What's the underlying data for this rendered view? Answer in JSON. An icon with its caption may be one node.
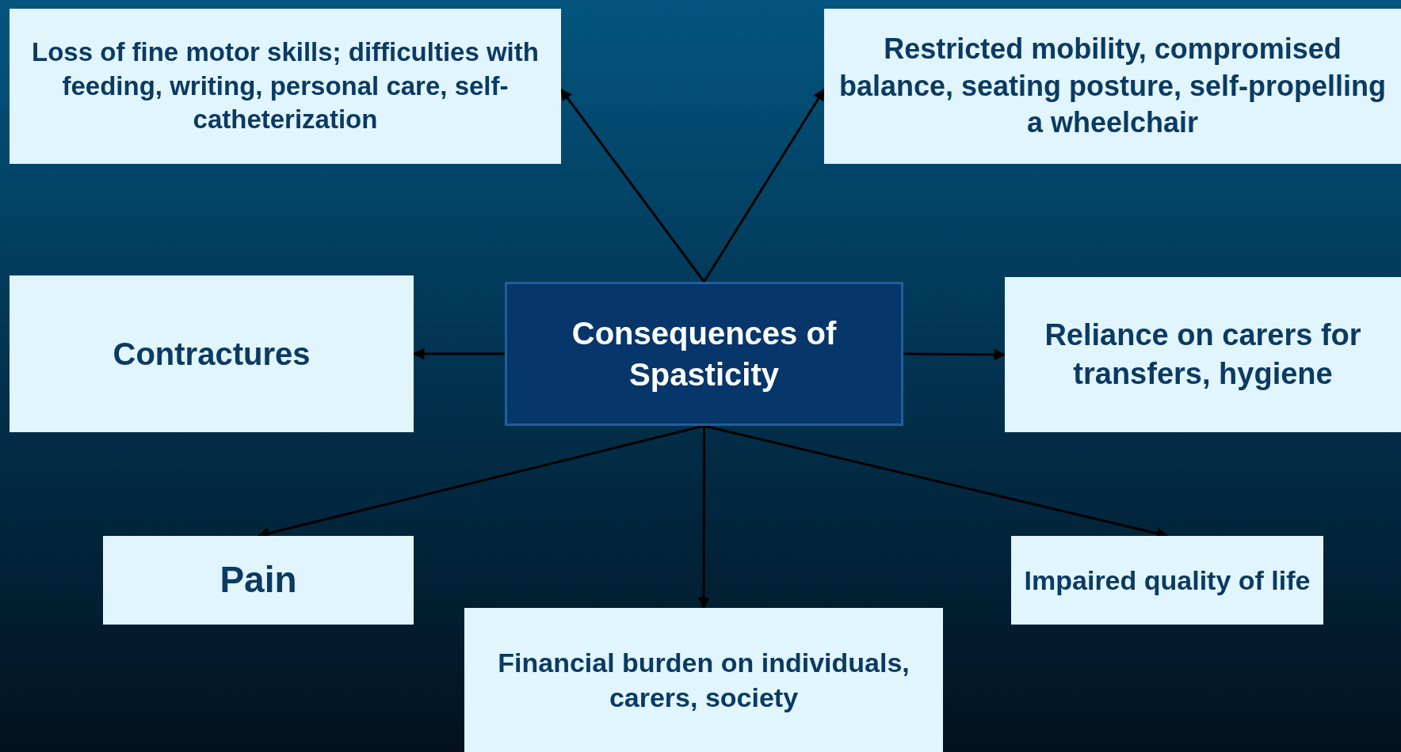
{
  "diagram": {
    "nodes": [
      {
        "text": [
          "Loss of fine motor skills; difficulties with feeding, writing, personal care, self-catheterization"
        ]
      },
      {
        "text": [
          "Restricted mobility, compromised balance, seating posture, self-propelling a wheelchair"
        ]
      },
      {
        "text": [
          "Contractures"
        ]
      },
      {
        "text": [
          "Consequences of Spasticity"
        ]
      },
      {
        "text": [
          "Reliance on carers for transfers, hygiene"
        ]
      },
      {
        "text": [
          "Pain"
        ]
      },
      {
        "text": [
          "Impaired quality of life"
        ]
      },
      {
        "text": [
          "Financial burden on individuals, carers, society"
        ]
      }
    ],
    "edges": [
      {
        "from": 3,
        "to": 0,
        "arrow": "to"
      },
      {
        "from": 3,
        "to": 1,
        "arrow": "to"
      },
      {
        "from": 3,
        "to": 2,
        "arrow": "to"
      },
      {
        "from": 3,
        "to": 4,
        "arrow": "to"
      },
      {
        "from": 3,
        "to": 5,
        "arrow": "to"
      },
      {
        "from": 3,
        "to": 7,
        "arrow": "to"
      },
      {
        "from": 3,
        "to": 6,
        "arrow": "to"
      }
    ]
  }
}
